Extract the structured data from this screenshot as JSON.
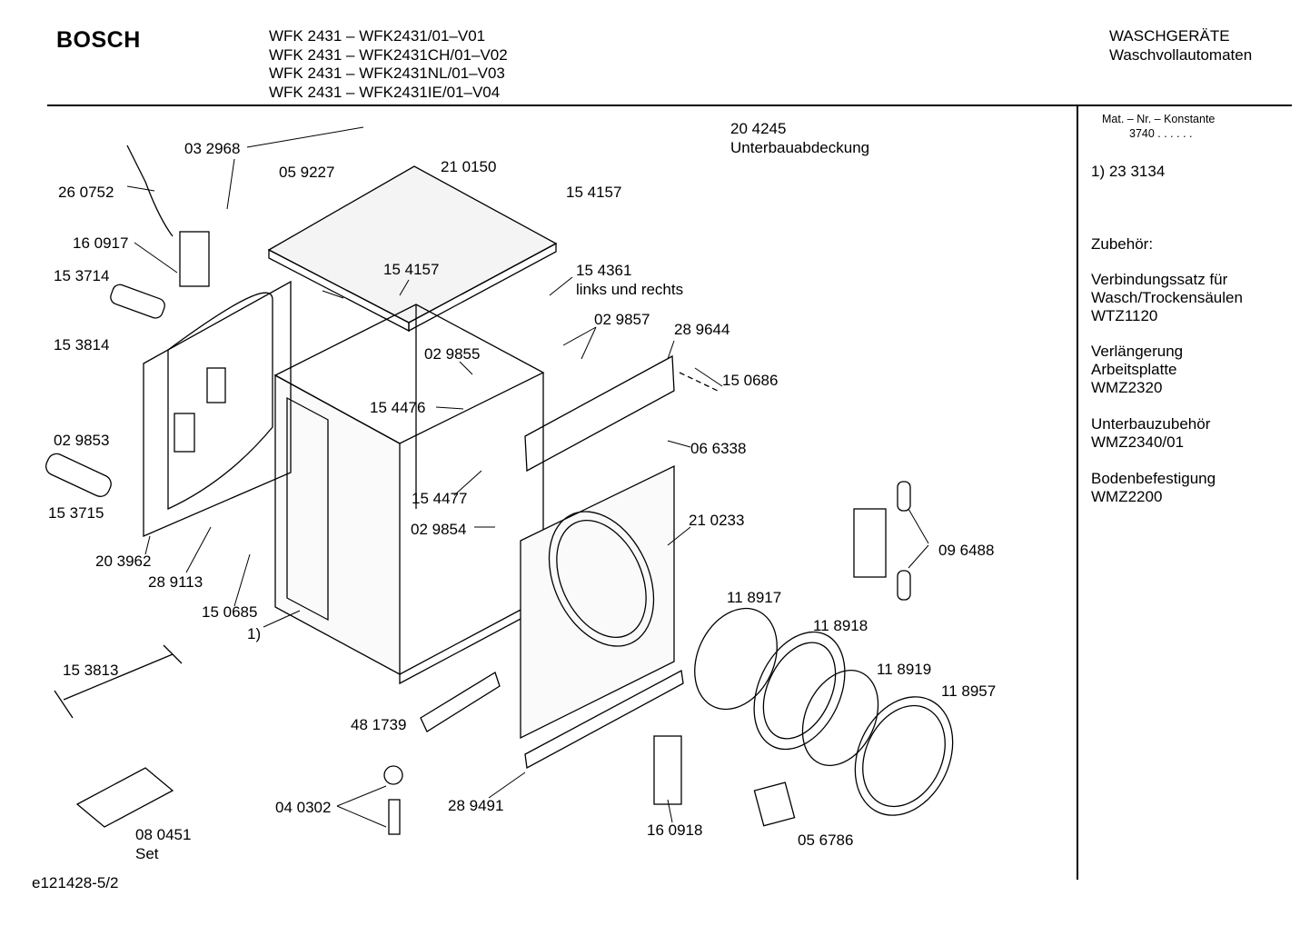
{
  "header": {
    "brand": "BOSCH",
    "models": [
      "WFK 2431 – WFK2431/01–V01",
      "WFK 2431 – WFK2431CH/01–V02",
      "WFK 2431 – WFK2431NL/01–V03",
      "WFK 2431 – WFK2431IE/01–V04"
    ],
    "category": "WASCHGERÄTE",
    "subcategory": "Waschvollautomaten"
  },
  "sidebar": {
    "mat_label": "Mat. – Nr. – Konstante",
    "mat_value": "3740  .  .    .  .  .  .",
    "note": "1)  23 3134",
    "accessories_title": "Zubehör:",
    "accessories": [
      {
        "lines": [
          "Verbindungssatz für",
          "Wasch/Trockensäulen",
          "WTZ1120"
        ]
      },
      {
        "lines": [
          "Verlängerung",
          "Arbeitsplatte",
          "WMZ2320"
        ]
      },
      {
        "lines": [
          "Unterbauzubehör",
          "WMZ2340/01"
        ]
      },
      {
        "lines": [
          "Bodenbefestigung",
          "WMZ2200"
        ]
      }
    ]
  },
  "parts": [
    "03 2968",
    "26 0752",
    "05 9227",
    "21 0150",
    "15 4157",
    "16 0917",
    "15 3714",
    "15 4157",
    "15 4361",
    "links und rechts",
    "02 9857",
    "28 9644",
    "15 3814",
    "02 9855",
    "15 0686",
    "15 4476",
    "02 9853",
    "06 6338",
    "15 4477",
    "15 3715",
    "21 0233",
    "02 9854",
    "09 6488",
    "20 3962",
    "28 9113",
    "11 8917",
    "15 0685",
    "1)",
    "11 8918",
    "15 3813",
    "11 8919",
    "11 8957",
    "48 1739",
    "04 0302",
    "28 9491",
    "16 0918",
    "08 0451",
    "Set",
    "05 6786",
    "20 4245",
    "Unterbauabdeckung"
  ],
  "footer": {
    "drawing_id": "e121428-5/2"
  }
}
